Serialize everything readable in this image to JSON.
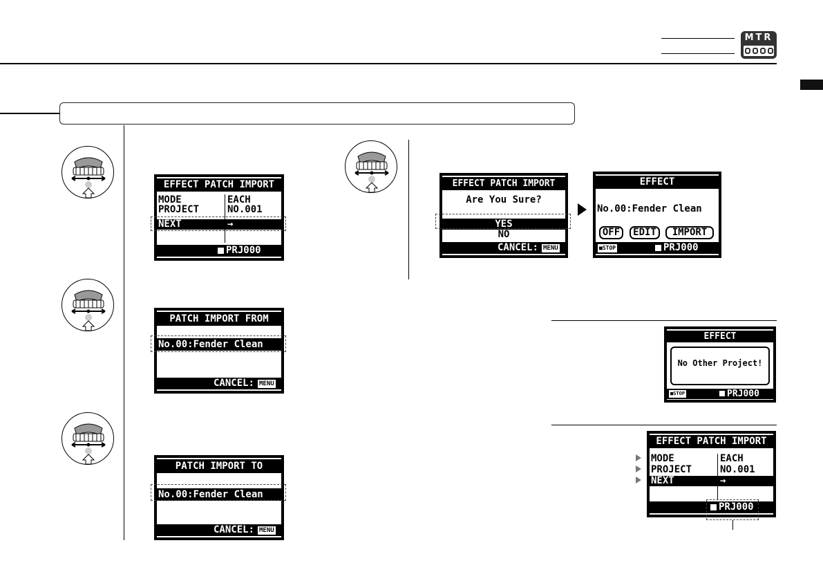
{
  "header": {
    "badge_label": "MTR"
  },
  "screens": {
    "s1": {
      "title": "EFFECT PATCH IMPORT",
      "mode_label": "MODE",
      "mode_value": "EACH",
      "project_label": "PROJECT",
      "project_value": "NO.001",
      "next_label": "NEXT",
      "next_value": "→",
      "footer": "PRJ000"
    },
    "s2": {
      "title": "PATCH IMPORT FROM",
      "item": "No.00:Fender Clean",
      "cancel": "CANCEL:",
      "menu": "MENU"
    },
    "s3": {
      "title": "PATCH IMPORT TO",
      "item": "No.00:Fender Clean",
      "cancel": "CANCEL:",
      "menu": "MENU"
    },
    "s4": {
      "title": "EFFECT PATCH IMPORT",
      "question": "Are You Sure?",
      "yes": "YES",
      "no": "NO",
      "cancel": "CANCEL:",
      "menu": "MENU"
    },
    "s5": {
      "title": "EFFECT",
      "patch": "No.00:Fender Clean",
      "off": "OFF",
      "edit": "EDIT",
      "import": "IMPORT",
      "stop": "■STOP",
      "footer": "PRJ000"
    },
    "s6": {
      "title": "EFFECT",
      "message": "No Other Project!",
      "stop": "■STOP",
      "footer": "PRJ000"
    },
    "s7": {
      "title": "EFFECT PATCH IMPORT",
      "mode_label": "MODE",
      "mode_value": "EACH",
      "project_label": "PROJECT",
      "project_value": "NO.001",
      "next_label": "NEXT",
      "next_value": "→",
      "footer": "PRJ000"
    }
  }
}
